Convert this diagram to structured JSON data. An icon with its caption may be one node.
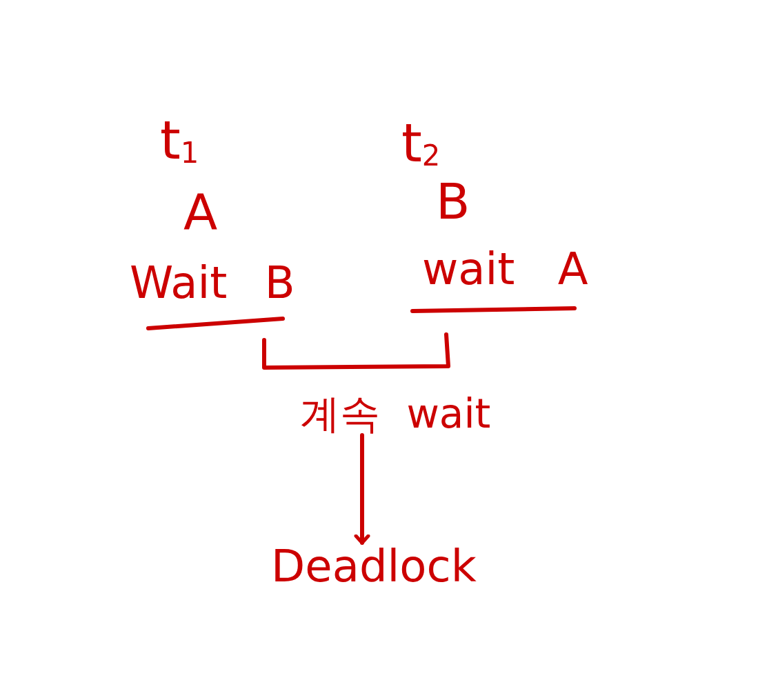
{
  "diagram": {
    "nodes": [
      {
        "text": [
          "계속 wait"
        ]
      },
      {
        "text": [
          "Deadlock"
        ]
      }
    ],
    "edges": [
      {
        "from": 0,
        "to": 1,
        "arrow": "to"
      }
    ],
    "labels": [
      "t$_{1}$",
      "t$_{2}$",
      "A",
      "B",
      "Wait B",
      "wait A"
    ]
  }
}
